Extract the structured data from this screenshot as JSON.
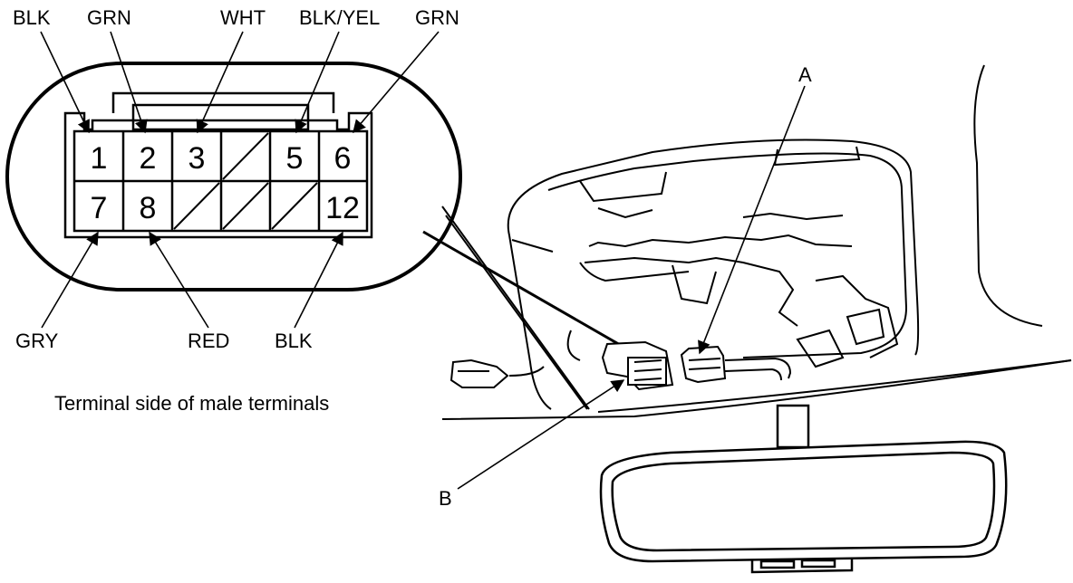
{
  "wire_labels_top": [
    "BLK",
    "GRN",
    "WHT",
    "BLK/YEL",
    "GRN"
  ],
  "wire_labels_bottom": [
    "GRY",
    "RED",
    "BLK"
  ],
  "terminal_numbers": {
    "top_row": [
      "1",
      "2",
      "3",
      "",
      "5",
      "6"
    ],
    "bottom_row": [
      "7",
      "8",
      "",
      "",
      "",
      "12"
    ]
  },
  "caption": "Terminal side of male terminals",
  "callouts": {
    "a": "A",
    "b": "B"
  }
}
